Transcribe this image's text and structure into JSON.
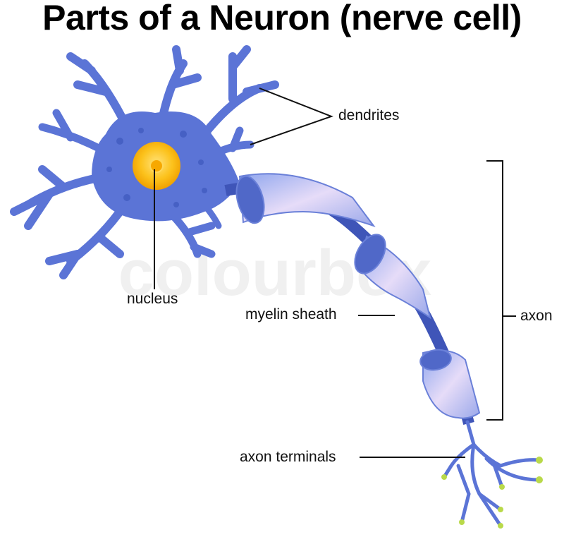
{
  "title": "Parts of a Neuron (nerve cell)",
  "watermark": "colourbox",
  "labels": {
    "dendrites": "dendrites",
    "nucleus": "nucleus",
    "myelin_sheath": "myelin sheath",
    "axon": "axon",
    "axon_terminals": "axon terminals"
  },
  "colors": {
    "cell": "#5b74d6",
    "cell_dark": "#3f55b8",
    "nucleus": "#f6b400",
    "myelin": "#c9c4f0",
    "terminal_tip": "#b9d94a"
  }
}
